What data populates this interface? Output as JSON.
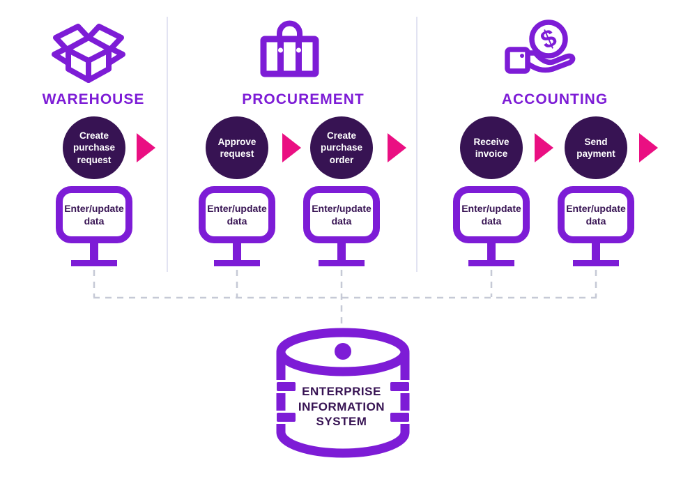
{
  "colors": {
    "purple": "#7D1CD6",
    "dark_purple": "#371353",
    "pink": "#EA0F82",
    "dash_gray": "#C6C9D6",
    "divider": "#E2E3F2",
    "background": "#FFFFFF"
  },
  "sections": [
    {
      "label": "WAREHOUSE",
      "icon": "open-box-icon"
    },
    {
      "label": "PROCUREMENT",
      "icon": "briefcase-icon"
    },
    {
      "label": "ACCOUNTING",
      "icon": "hand-coin-icon"
    }
  ],
  "steps": [
    {
      "label": "Create purchase request",
      "section": "warehouse"
    },
    {
      "label": "Approve request",
      "section": "procurement"
    },
    {
      "label": "Create purchase order",
      "section": "procurement"
    },
    {
      "label": "Receive invoice",
      "section": "accounting"
    },
    {
      "label": "Send payment",
      "section": "accounting"
    }
  ],
  "workstation": {
    "label": "Enter/update data"
  },
  "database": {
    "label": "ENTERPRISE INFORMATION SYSTEM"
  }
}
